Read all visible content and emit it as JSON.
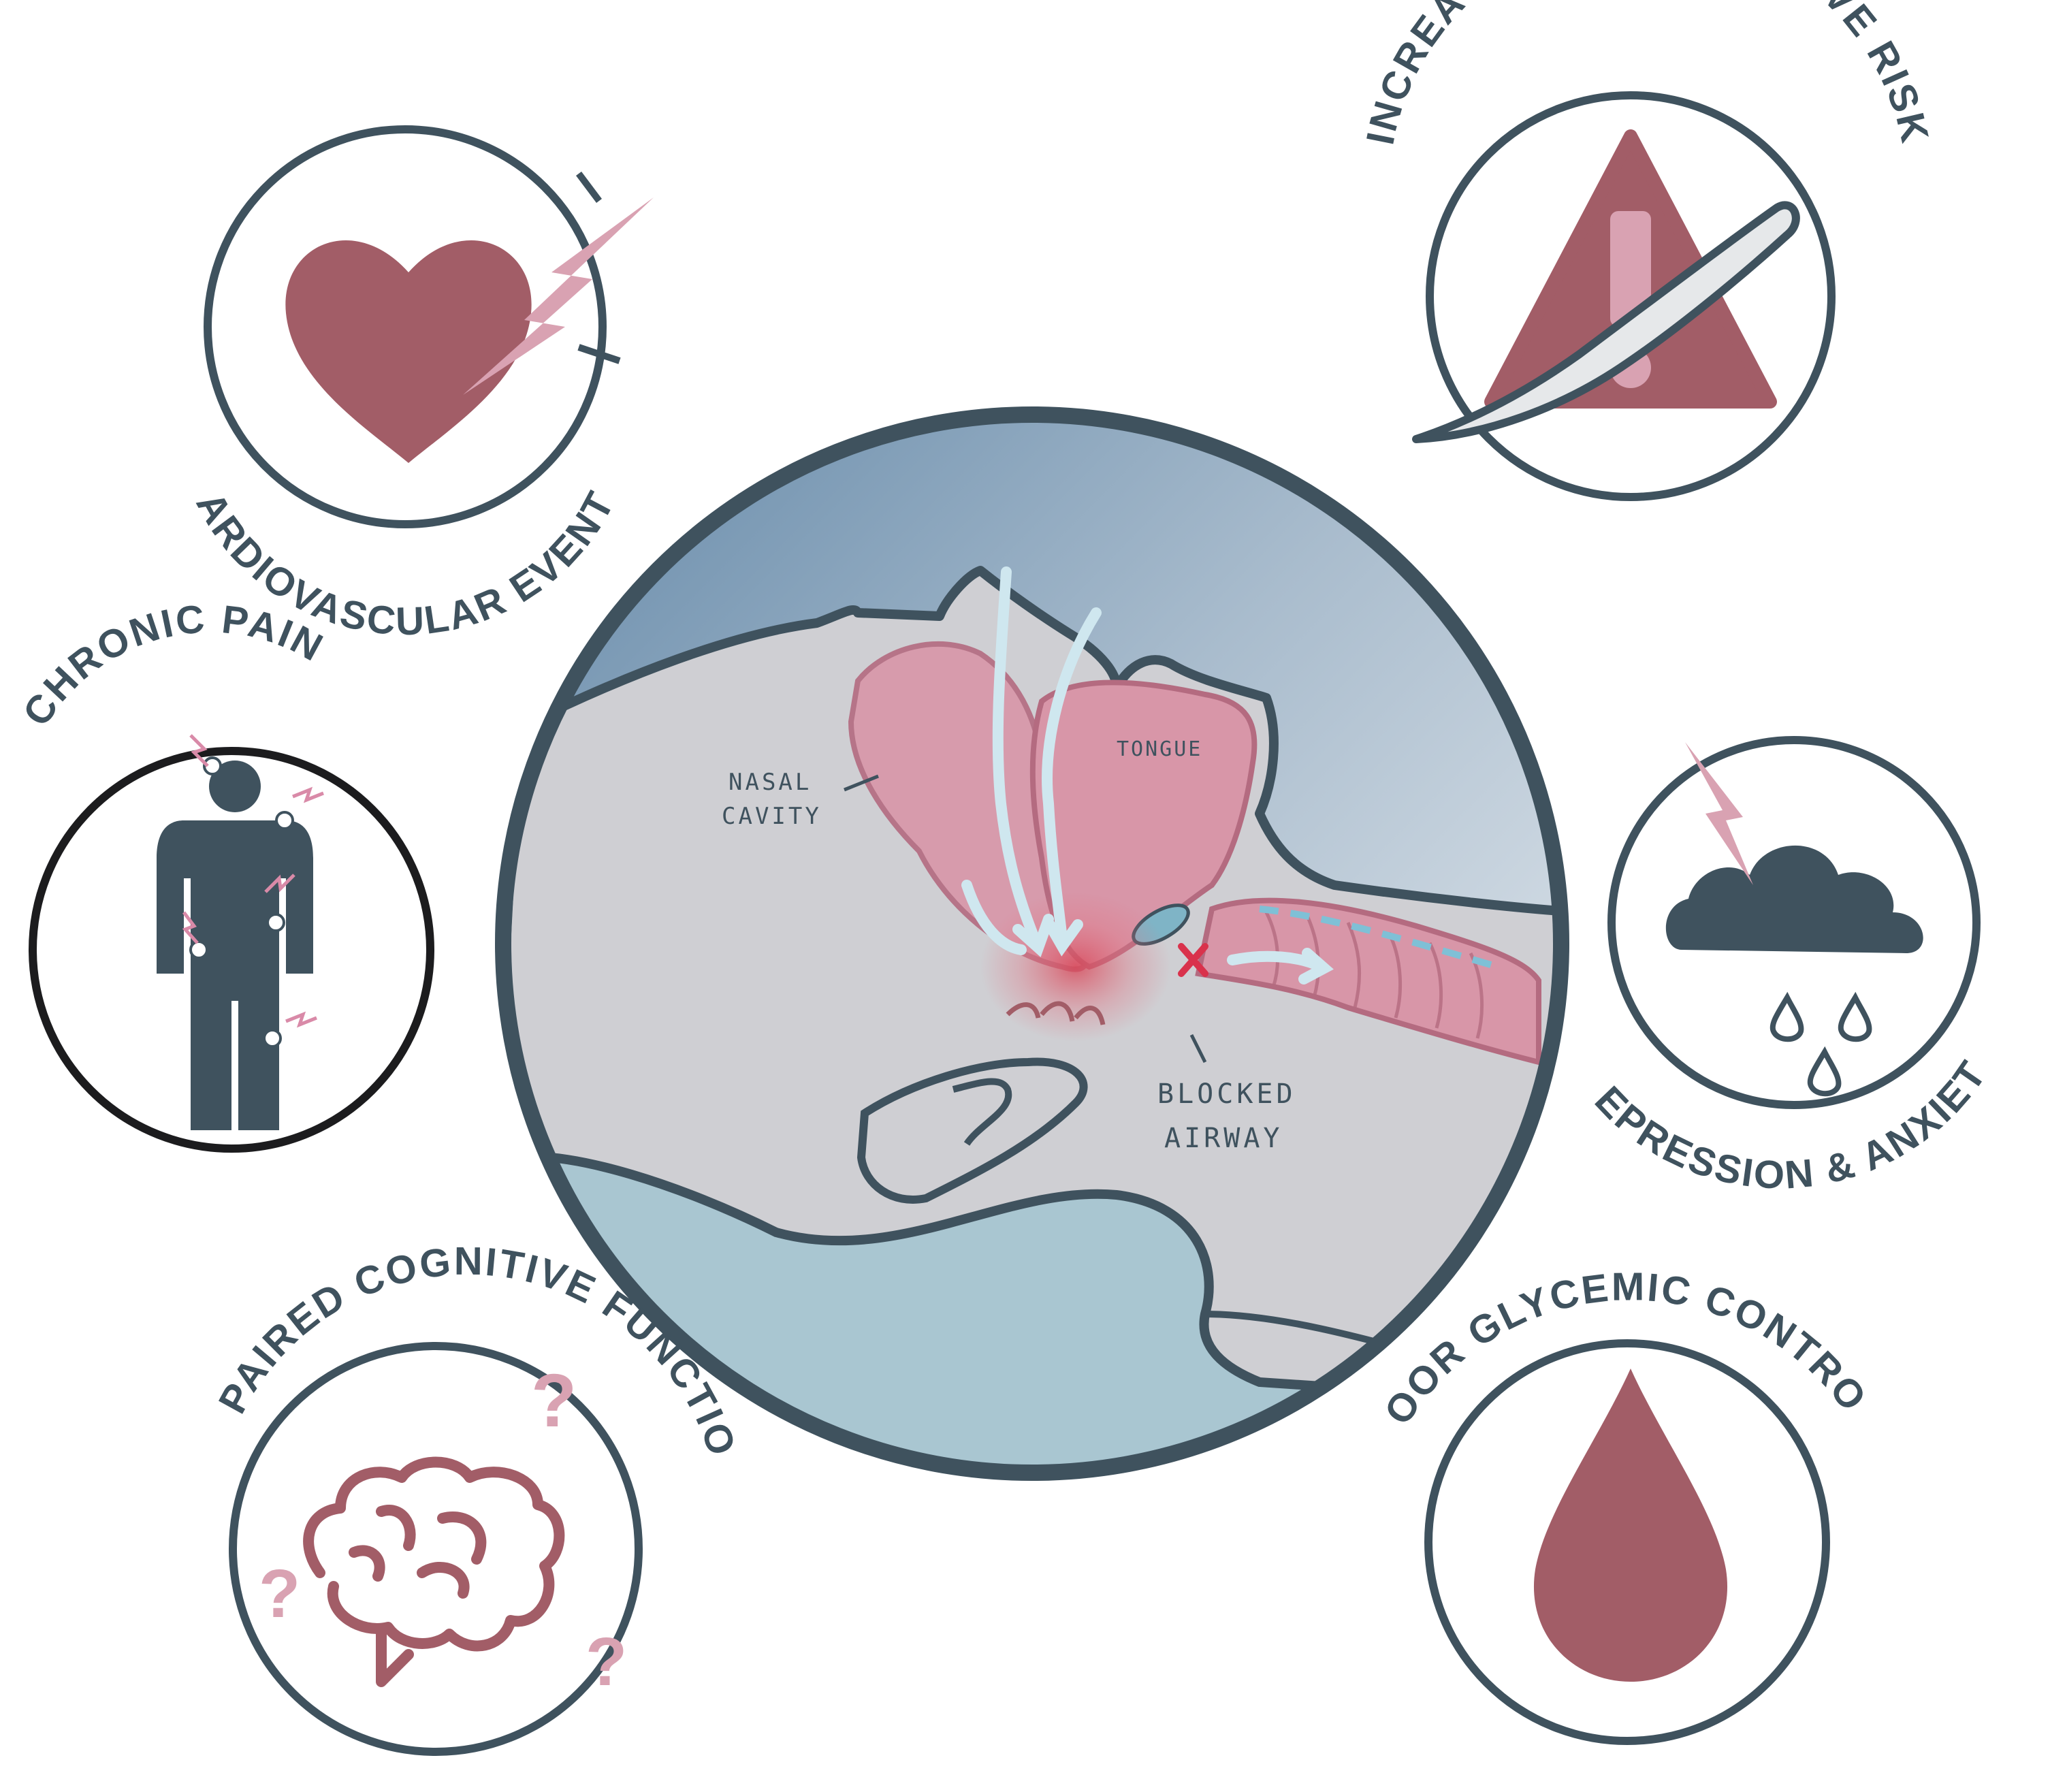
{
  "labels": {
    "cardiovascular": "CARDIOVASCULAR EVENTS",
    "perioperative": "INCREASED PERIOPERATIVE RISK",
    "chronic_pain": "CHRONIC PAIN",
    "depression": "DEPRESSION & ANXIETY",
    "cognitive": "IMPAIRED COGNITIVE FUNCTION",
    "glycemic": "POOR GLYCEMIC CONTROL"
  },
  "anatomy": {
    "nasal_line1": "NASAL",
    "nasal_line2": "CAVITY",
    "tongue": "TONGUE",
    "blocked_line1": "BLOCKED",
    "blocked_line2": "AIRWAY"
  },
  "icons": {
    "question_mark": "?"
  },
  "colors": {
    "ring": "#3f525e",
    "mauve": "#a25d67",
    "pink": "#d9a2b2",
    "slate": "#3f525e",
    "sky": "#7d9db8",
    "skin": "#cfcfd3",
    "pillow": "#a9c6d1",
    "tissue": "#d896a8"
  }
}
